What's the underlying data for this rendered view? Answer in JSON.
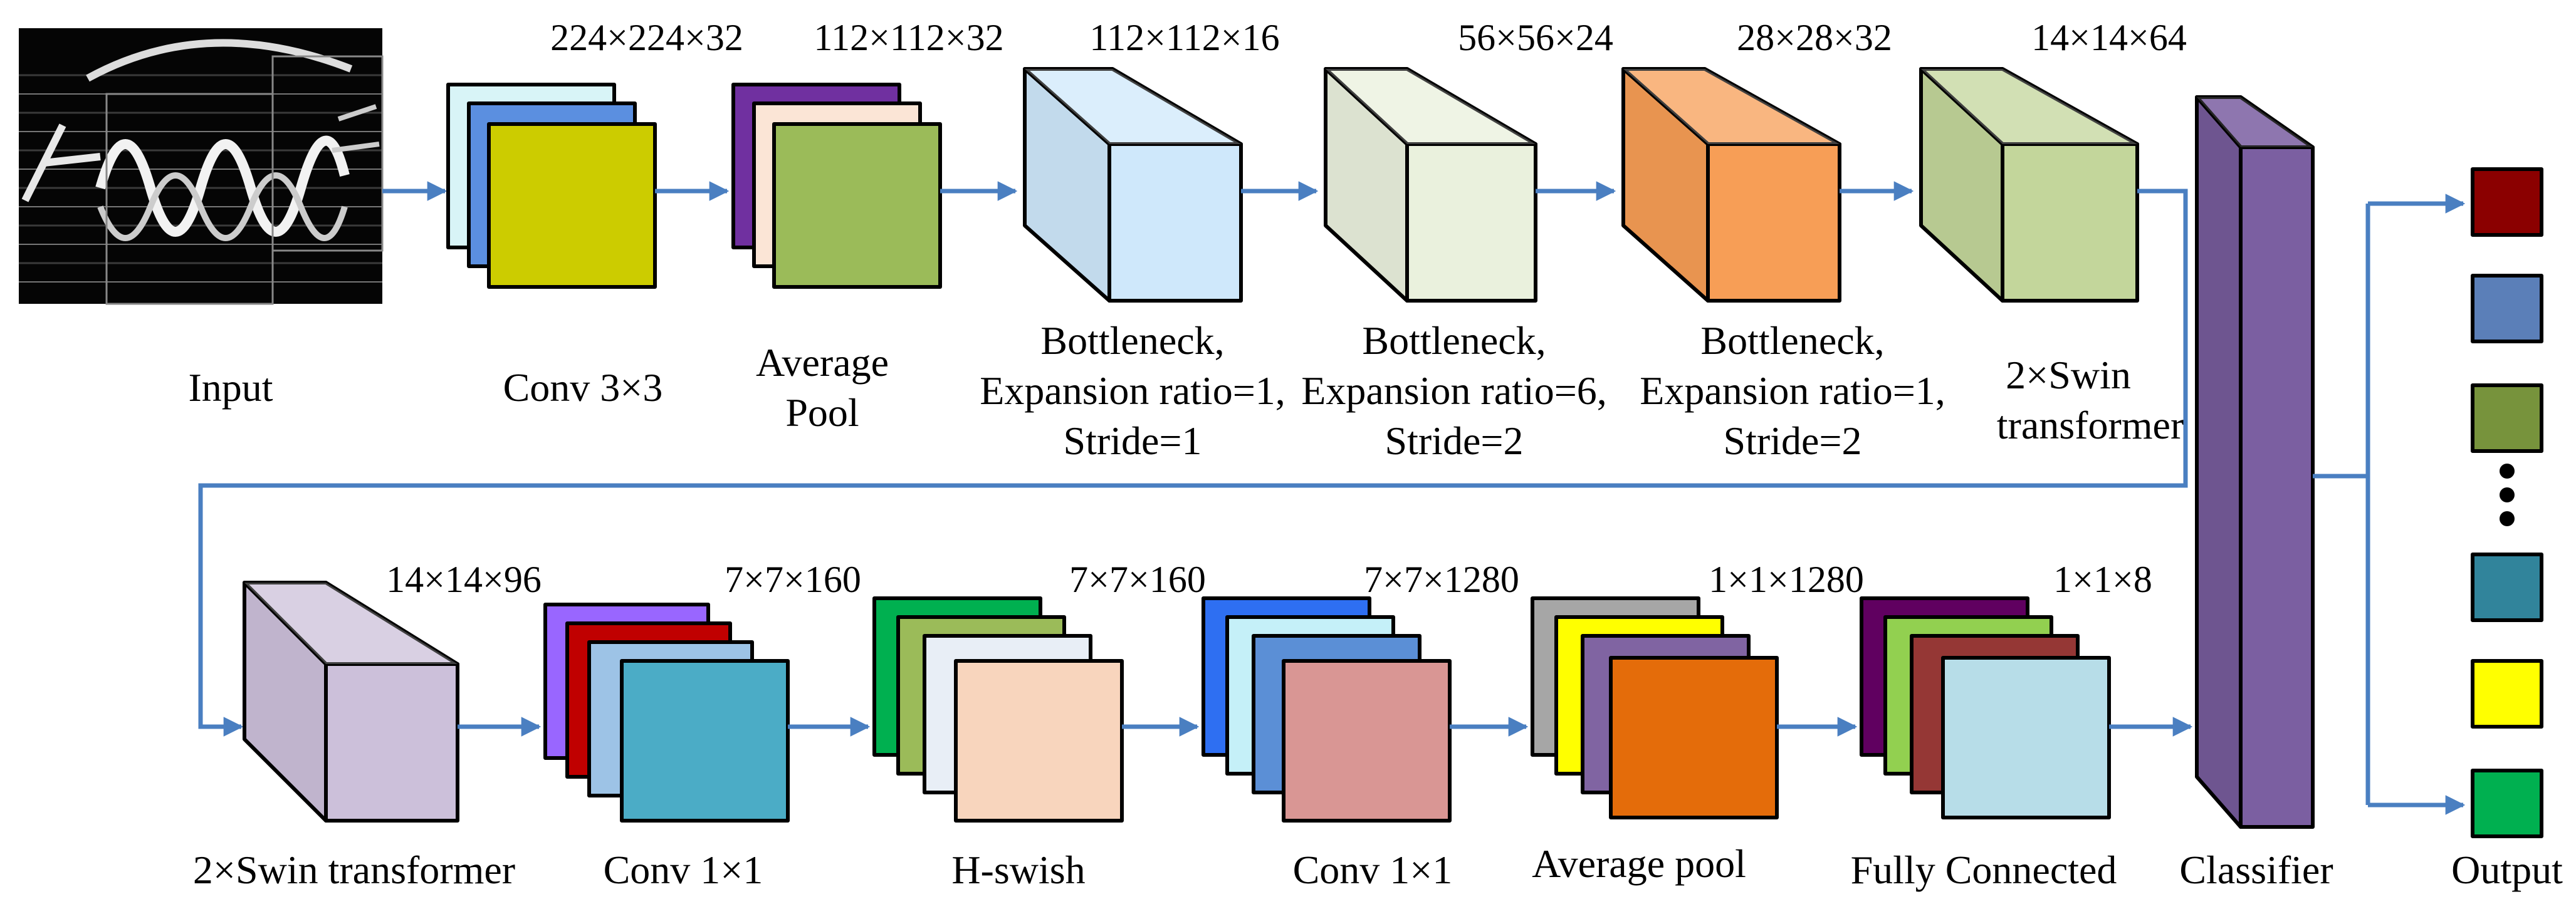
{
  "colors": {
    "arrow": "#4a7fc1",
    "edge": "#000000",
    "classifier": "#7b5fa1"
  },
  "input": {
    "label": "Input"
  },
  "conv3x3": {
    "label": "Conv 3×3",
    "dim": "224×224×32",
    "colors": [
      "#d8f4f7",
      "#5b8fe0",
      "#cccc00"
    ]
  },
  "avgpool1": {
    "label_line1": "Average",
    "label_line2": "Pool",
    "dim": "112×112×32",
    "colors": [
      "#7030a0",
      "#fbe5d6",
      "#9bbb59"
    ]
  },
  "bottleneck1": {
    "label_line1": "Bottleneck,",
    "label_line2": "Expansion ratio=1,",
    "label_line3": "Stride=1",
    "dim": "112×112×16",
    "color": "#cfe8fb"
  },
  "bottleneck2": {
    "label_line1": "Bottleneck,",
    "label_line2": "Expansion ratio=6,",
    "label_line3": "Stride=2",
    "dim": "56×56×24",
    "color": "#eaf1dd"
  },
  "bottleneck3": {
    "label_line1": "Bottleneck,",
    "label_line2": "Expansion ratio=1,",
    "label_line3": "Stride=2",
    "dim": "28×28×32",
    "color": "#f79e56"
  },
  "swin1": {
    "label_line1": "2×Swin",
    "label_line2": "transformer",
    "dim": "14×14×64",
    "color": "#c3d69b"
  },
  "swin2": {
    "label": "2×Swin transformer",
    "dim": "14×14×96",
    "color": "#ccc0da"
  },
  "conv1x1a": {
    "label": "Conv 1×1",
    "dim": "7×7×160",
    "colors": [
      "#9966ff",
      "#c00000",
      "#9dc3e6",
      "#4bacc6"
    ]
  },
  "hswish": {
    "label": "H-swish",
    "dim": "7×7×160",
    "colors": [
      "#00b050",
      "#9bbb59",
      "#e8eef6",
      "#f8d5bd"
    ]
  },
  "conv1x1b": {
    "label": "Conv 1×1",
    "dim": "7×7×1280",
    "colors": [
      "#2e6ff2",
      "#c5f0f8",
      "#5b8fd6",
      "#d99694"
    ]
  },
  "avgpool2": {
    "label": "Average pool",
    "dim": "1×1×1280",
    "colors": [
      "#a6a6a6",
      "#ffff00",
      "#8064a2",
      "#e46c0a"
    ]
  },
  "fc": {
    "label": "Fully Connected",
    "dim": "1×1×8",
    "colors": [
      "#600060",
      "#92d050",
      "#953735",
      "#b7dde8"
    ]
  },
  "classifier": {
    "label": "Classifier"
  },
  "output": {
    "label": "Output",
    "colors": [
      "#8b0000",
      "#5b7fb8",
      "#77933c",
      "#31849b",
      "#ffff00",
      "#00b050"
    ]
  }
}
